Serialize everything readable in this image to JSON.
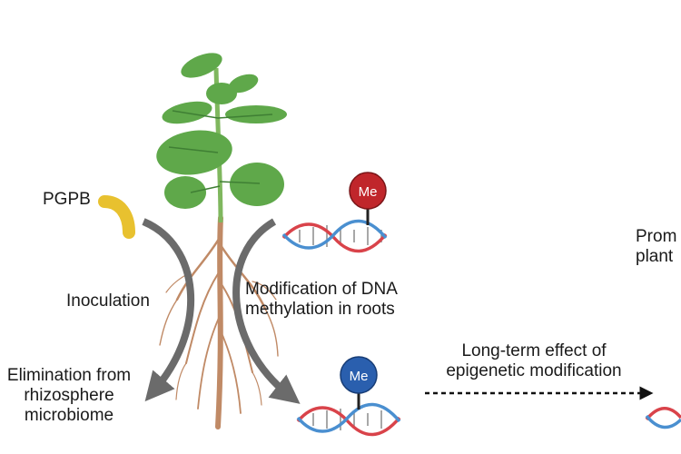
{
  "labels": {
    "pgpb": "PGPB",
    "inoculation": "Inoculation",
    "modification_line1": "Modification of DNA",
    "modification_line2": "methylation in roots",
    "elimination_line1": "Elimination from",
    "elimination_line2": "rhizosphere",
    "elimination_line3": "microbiome",
    "longterm_line1": "Long-term effect of",
    "longterm_line2": "epigenetic modification",
    "promotion_line1": "Prom",
    "promotion_line2": "plant",
    "me_top": "Me",
    "me_bottom": "Me"
  },
  "colors": {
    "leaf": "#5fa84a",
    "leaf_dark": "#3f7f34",
    "stem": "#c9906b",
    "root": "#c08a66",
    "bacterium": "#e8c12f",
    "arrow": "#6b6b6b",
    "methyl_top": "#c0262b",
    "methyl_bottom": "#2a5fae",
    "dna_red": "#d9434a",
    "dna_blue": "#4a8fd0",
    "dna_rungs": "#8a8a8a"
  }
}
